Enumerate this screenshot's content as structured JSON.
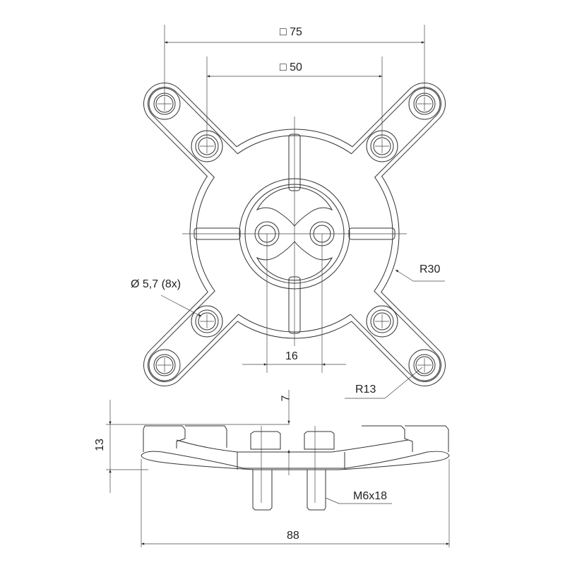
{
  "drawing": {
    "top_view": {
      "dim_outer_square": "□ 75",
      "dim_inner_square": "□ 50",
      "dim_center_holes": "16",
      "dim_hole_diameter": "Ø 5,7 (8x)",
      "dim_radius_body": "R30",
      "dim_radius_arm": "R13"
    },
    "side_view": {
      "dim_height": "13",
      "dim_depth": "7",
      "dim_width": "88",
      "bolt_callout": "M6x18"
    }
  }
}
